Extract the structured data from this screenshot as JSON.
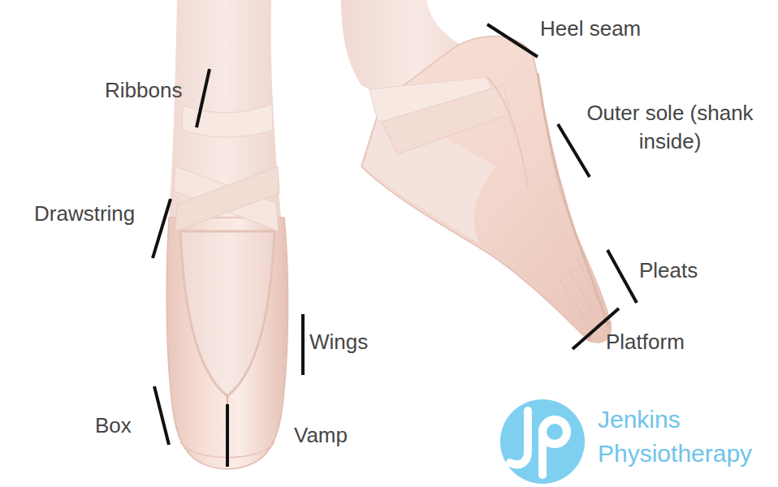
{
  "diagram": {
    "labels": [
      "Heel seam",
      "Ribbons",
      "Outer sole (shank inside)",
      "Drawstring",
      "Pleats",
      "Wings",
      "Platform",
      "Box",
      "Vamp",
      "Jenkins Physiotherapy"
    ]
  }
}
